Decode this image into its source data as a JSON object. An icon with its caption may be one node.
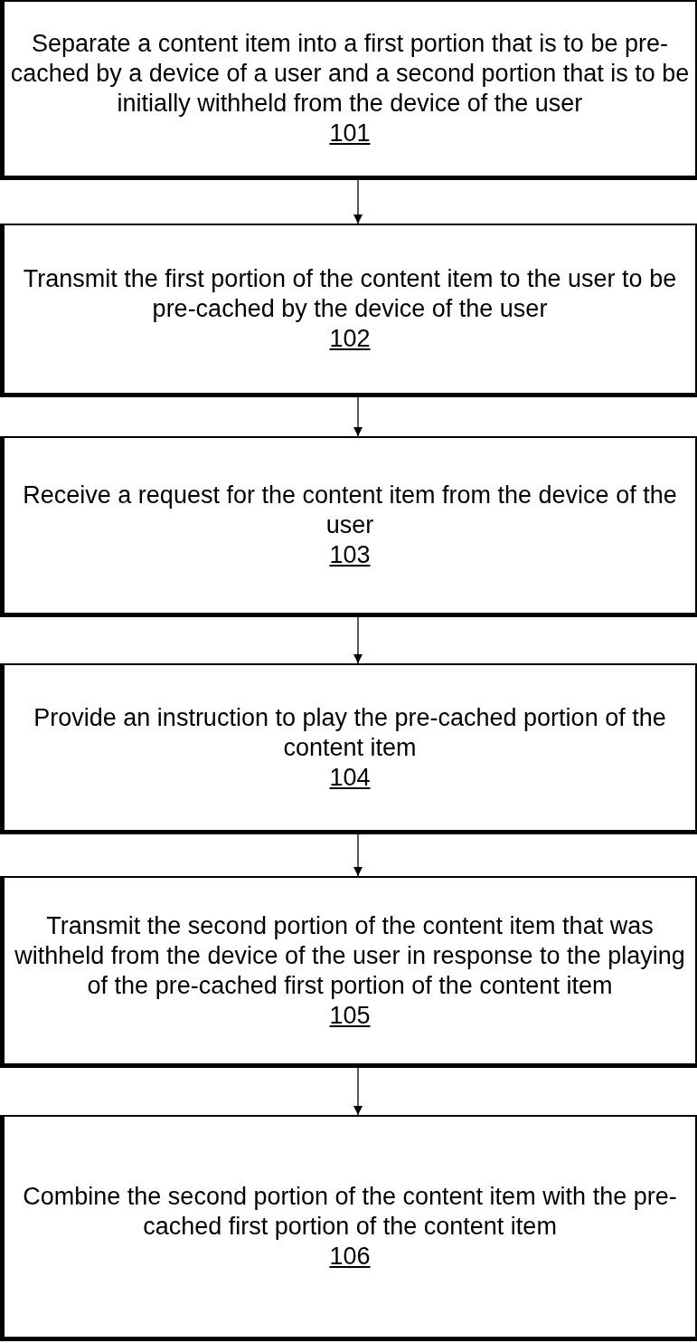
{
  "diagram": {
    "nodes": [
      {
        "text": [
          "Separate a content item into a first portion that is to be pre-cached by a device of a user and a second portion that is to be initially withheld from the device of the user",
          "101"
        ]
      },
      {
        "text": [
          "Transmit the first portion of the content item to the user to be pre-cached by the device of the user",
          "102"
        ]
      },
      {
        "text": [
          "Receive a request for the content item from the device of the user",
          "103"
        ]
      },
      {
        "text": [
          "Provide an instruction to play the pre-cached portion of the content item",
          "104"
        ]
      },
      {
        "text": [
          "Transmit the second portion of the content item that was withheld from the device of the user in response to the playing of the pre-cached first portion of the content item",
          "105"
        ]
      },
      {
        "text": [
          "Combine the second portion of the content item with the pre-cached first portion of the content item",
          "106"
        ]
      }
    ],
    "edges": [
      {
        "from": 0,
        "to": 1,
        "arrow": "to"
      },
      {
        "from": 1,
        "to": 2,
        "arrow": "to"
      },
      {
        "from": 2,
        "to": 3,
        "arrow": "to"
      },
      {
        "from": 3,
        "to": 4,
        "arrow": "to"
      },
      {
        "from": 4,
        "to": 5,
        "arrow": "to"
      }
    ]
  }
}
